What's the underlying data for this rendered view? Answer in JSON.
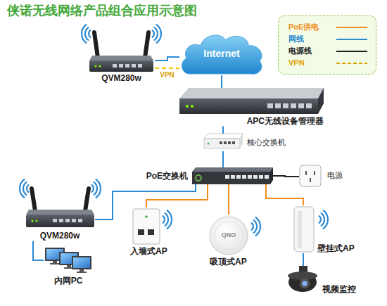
{
  "diagram": {
    "title": "侠诺无线网络产品组合应用示意图",
    "nodes": [
      {
        "text": [
          "QVM280w"
        ]
      },
      {
        "text": [
          "Internet"
        ]
      },
      {
        "text": [
          "APC无线设备管理器"
        ]
      },
      {
        "text": [
          "核心交换机"
        ]
      },
      {
        "text": [
          "PoE交换机"
        ]
      },
      {
        "text": [
          "电源"
        ]
      },
      {
        "text": [
          "QVM280w"
        ]
      },
      {
        "text": [
          "内网PC"
        ]
      },
      {
        "text": [
          "入墙式AP"
        ]
      },
      {
        "text": [
          "吸顶式AP"
        ]
      },
      {
        "text": [
          "壁挂式AP"
        ]
      },
      {
        "text": [
          "视频监控"
        ]
      }
    ],
    "edges": [
      {
        "from": 0,
        "to": 1,
        "arrow": "none"
      },
      {
        "from": 0,
        "to": 1,
        "label": "VPN",
        "arrow": "none"
      },
      {
        "from": 1,
        "to": 2,
        "arrow": "none"
      },
      {
        "from": 2,
        "to": 3,
        "arrow": "none"
      },
      {
        "from": 3,
        "to": 4,
        "arrow": "none"
      },
      {
        "from": 4,
        "to": 5,
        "arrow": "none"
      },
      {
        "from": 4,
        "to": 6,
        "arrow": "none"
      },
      {
        "from": 6,
        "to": 7,
        "arrow": "none"
      },
      {
        "from": 4,
        "to": 8,
        "arrow": "none"
      },
      {
        "from": 4,
        "to": 9,
        "arrow": "none"
      },
      {
        "from": 4,
        "to": 10,
        "arrow": "none"
      },
      {
        "from": 10,
        "to": 11,
        "arrow": "none"
      }
    ],
    "labels": [
      "QNO"
    ],
    "legend": [
      {
        "text": "PoE供电"
      },
      {
        "text": "网线"
      },
      {
        "text": "电源线"
      },
      {
        "text": "VPN"
      }
    ]
  }
}
